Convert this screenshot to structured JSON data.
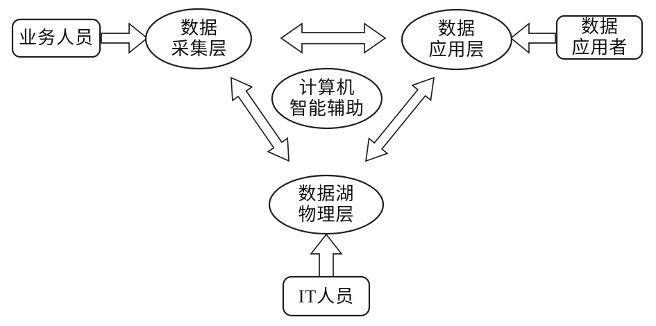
{
  "diagram": {
    "colors": {
      "layer_fill": "#8aabd8",
      "assist_fill": "#ffffff",
      "box_fill": "#ffffff",
      "outline": "#1f1f1f",
      "arrow_fill": "#ffffff",
      "text": "#111111",
      "background": "#ffffff"
    },
    "nodes": {
      "business_staff": {
        "shape": "rounded-rect",
        "label": "业务人员"
      },
      "collection_layer": {
        "shape": "ellipse",
        "line1": "数据",
        "line2": "采集层"
      },
      "application_layer": {
        "shape": "ellipse",
        "line1": "数据",
        "line2": "应用层"
      },
      "application_user": {
        "shape": "rounded-rect",
        "line1": "数据",
        "line2": "应用者"
      },
      "computer_assist": {
        "shape": "ellipse",
        "line1": "计算机",
        "line2": "智能辅助"
      },
      "lake_physical_layer": {
        "shape": "ellipse",
        "line1": "数据湖",
        "line2": "物理层"
      },
      "it_staff": {
        "shape": "rounded-rect",
        "label": "IT人员"
      }
    },
    "edges": [
      {
        "from": "业务人员",
        "to": "数据采集层",
        "style": "hollow-arrow",
        "direction": "one-way"
      },
      {
        "from": "数据应用者",
        "to": "数据应用层",
        "style": "hollow-arrow",
        "direction": "one-way"
      },
      {
        "from": "数据采集层",
        "to": "数据应用层",
        "style": "hollow-arrow",
        "direction": "two-way"
      },
      {
        "from": "数据采集层",
        "to": "数据湖物理层",
        "style": "hollow-arrow",
        "direction": "two-way"
      },
      {
        "from": "数据应用层",
        "to": "数据湖物理层",
        "style": "hollow-arrow",
        "direction": "two-way"
      },
      {
        "from": "IT人员",
        "to": "数据湖物理层",
        "style": "hollow-arrow",
        "direction": "one-way"
      }
    ]
  }
}
